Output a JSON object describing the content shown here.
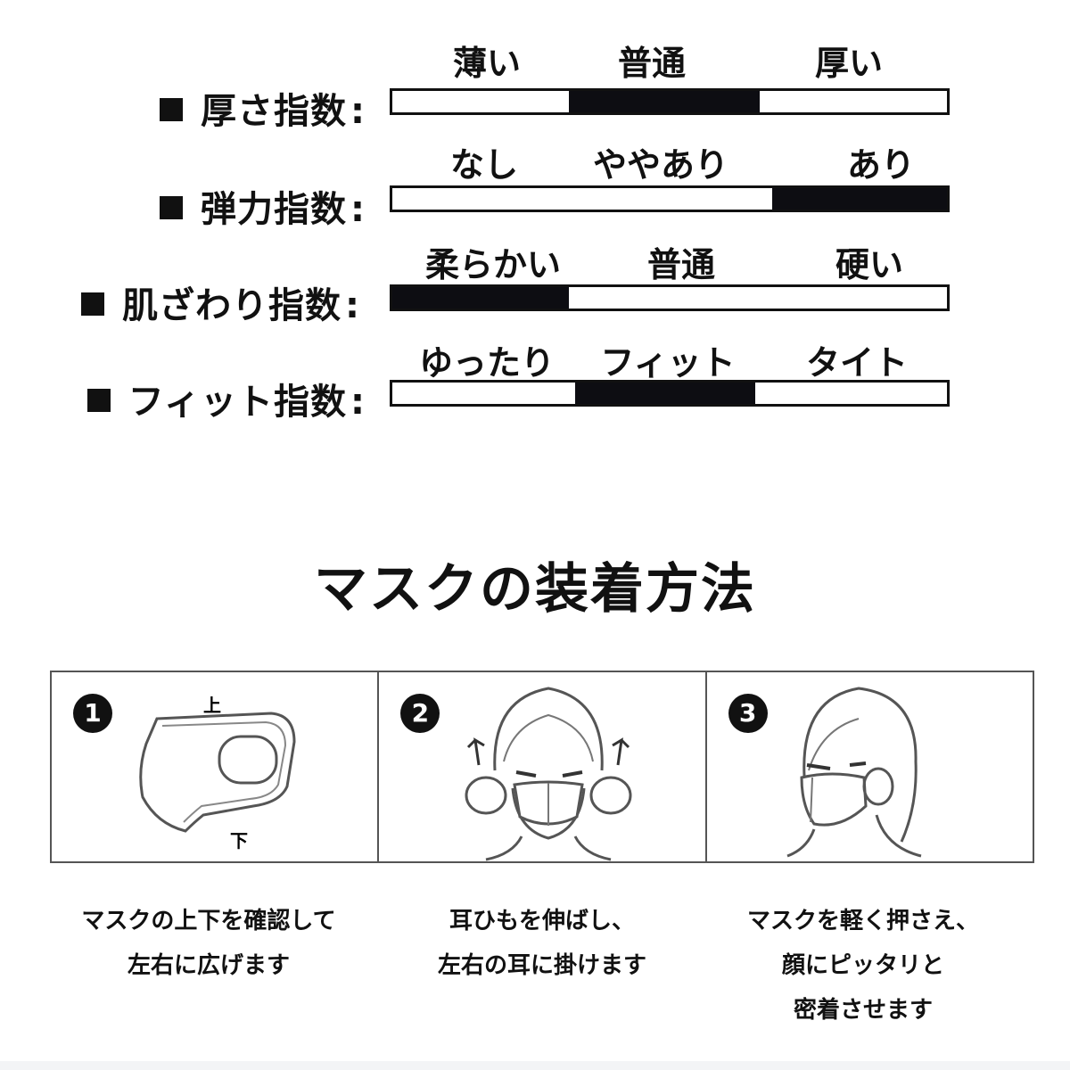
{
  "indices": [
    {
      "label": "厚さ指数",
      "options": [
        "薄い",
        "普通",
        "厚い"
      ],
      "selected": "普通"
    },
    {
      "label": "弾力指数",
      "options": [
        "なし",
        "ややあり",
        "あり"
      ],
      "selected": "あり"
    },
    {
      "label": "肌ざわり指数",
      "options": [
        "柔らかい",
        "普通",
        "硬い"
      ],
      "selected": "柔らかい"
    },
    {
      "label": "フィット指数",
      "options": [
        "ゆったり",
        "フィット",
        "タイト"
      ],
      "selected": "フィット"
    }
  ],
  "colon": ":",
  "section_title": "マスクの装着方法",
  "steps": [
    {
      "number": "1",
      "top_label": "上",
      "bottom_label": "下",
      "caption": "マスクの上下を確認して\n左右に広げます"
    },
    {
      "number": "2",
      "caption": "耳ひもを伸ばし、\n左右の耳に掛けます"
    },
    {
      "number": "3",
      "caption": "マスクを軽く押さえ、\n顔にピッタリと\n密着させます"
    }
  ],
  "colors": {
    "bar_fill": "#0d0d12",
    "border": "#111111",
    "panel_border": "#555555"
  }
}
